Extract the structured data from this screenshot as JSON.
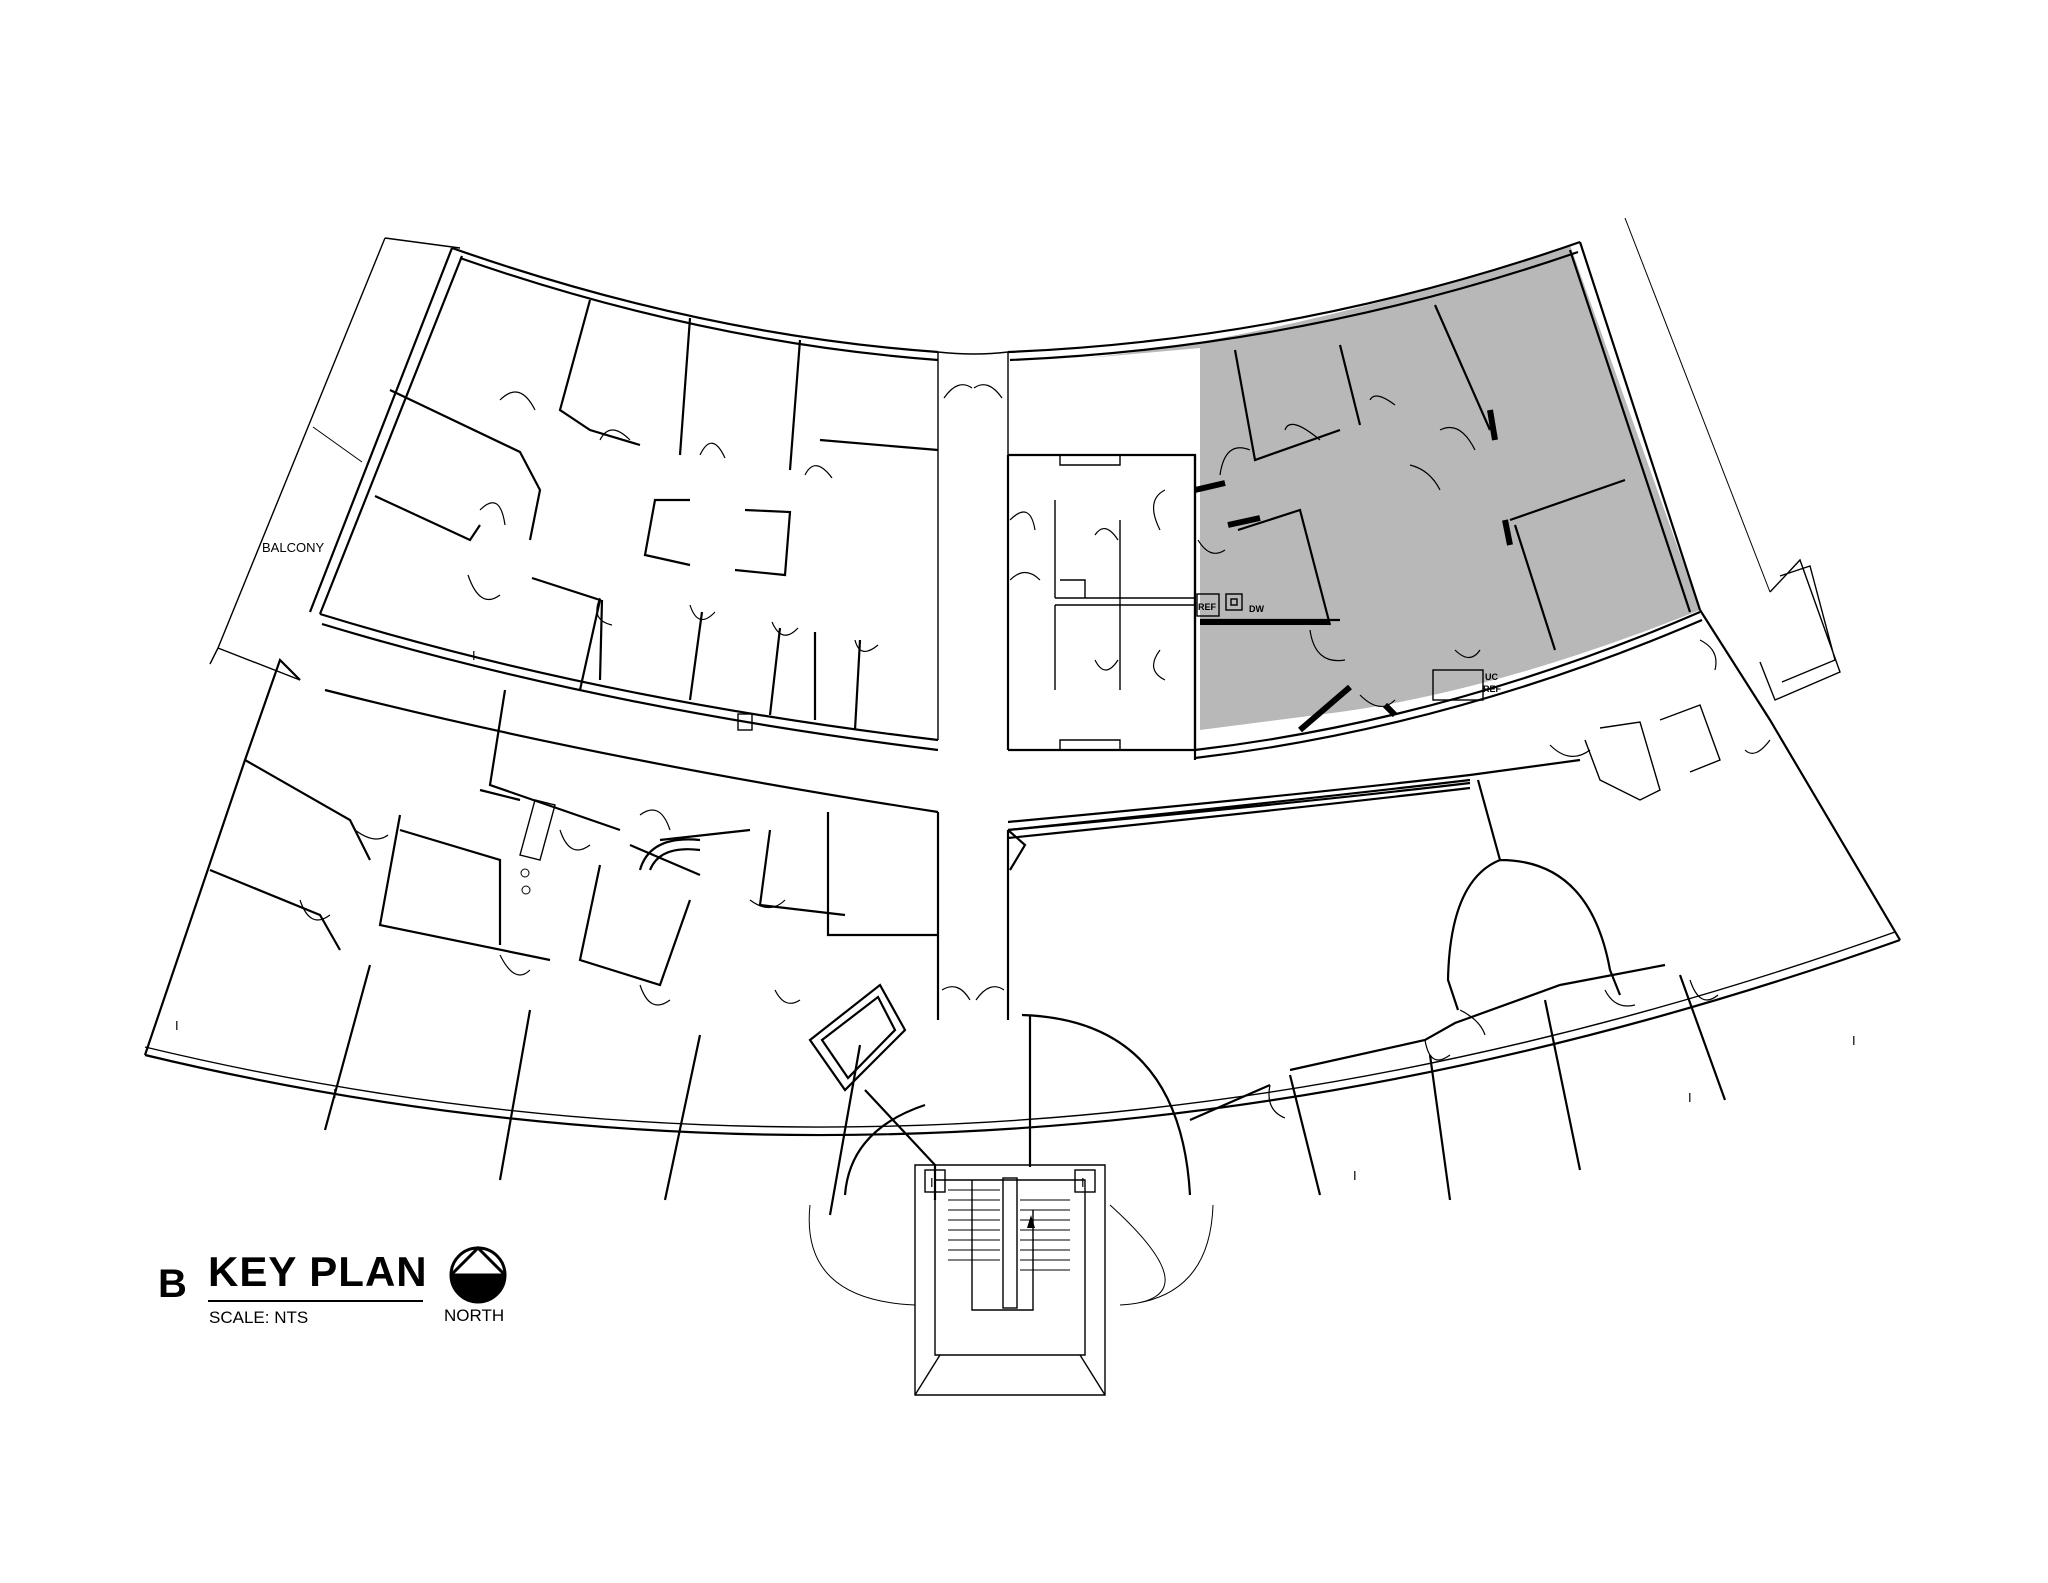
{
  "drawing": {
    "sheet_letter": "B",
    "title": "KEY PLAN",
    "scale_label": "SCALE:  NTS",
    "north_label": "NORTH",
    "north_icon": "north-arrow-icon"
  },
  "labels": {
    "balcony": "BALCONY",
    "refrigerator": "REF",
    "dishwasher": "DW",
    "undercounter_ref_line1": "UC",
    "undercounter_ref_line2": "REF",
    "column_marker": "I"
  },
  "highlighted_suite": {
    "fill_color": "#b8b8b8",
    "location": "north-east wing"
  },
  "colors": {
    "background": "#ffffff",
    "linework": "#000000",
    "suite_highlight": "#b8b8b8"
  }
}
